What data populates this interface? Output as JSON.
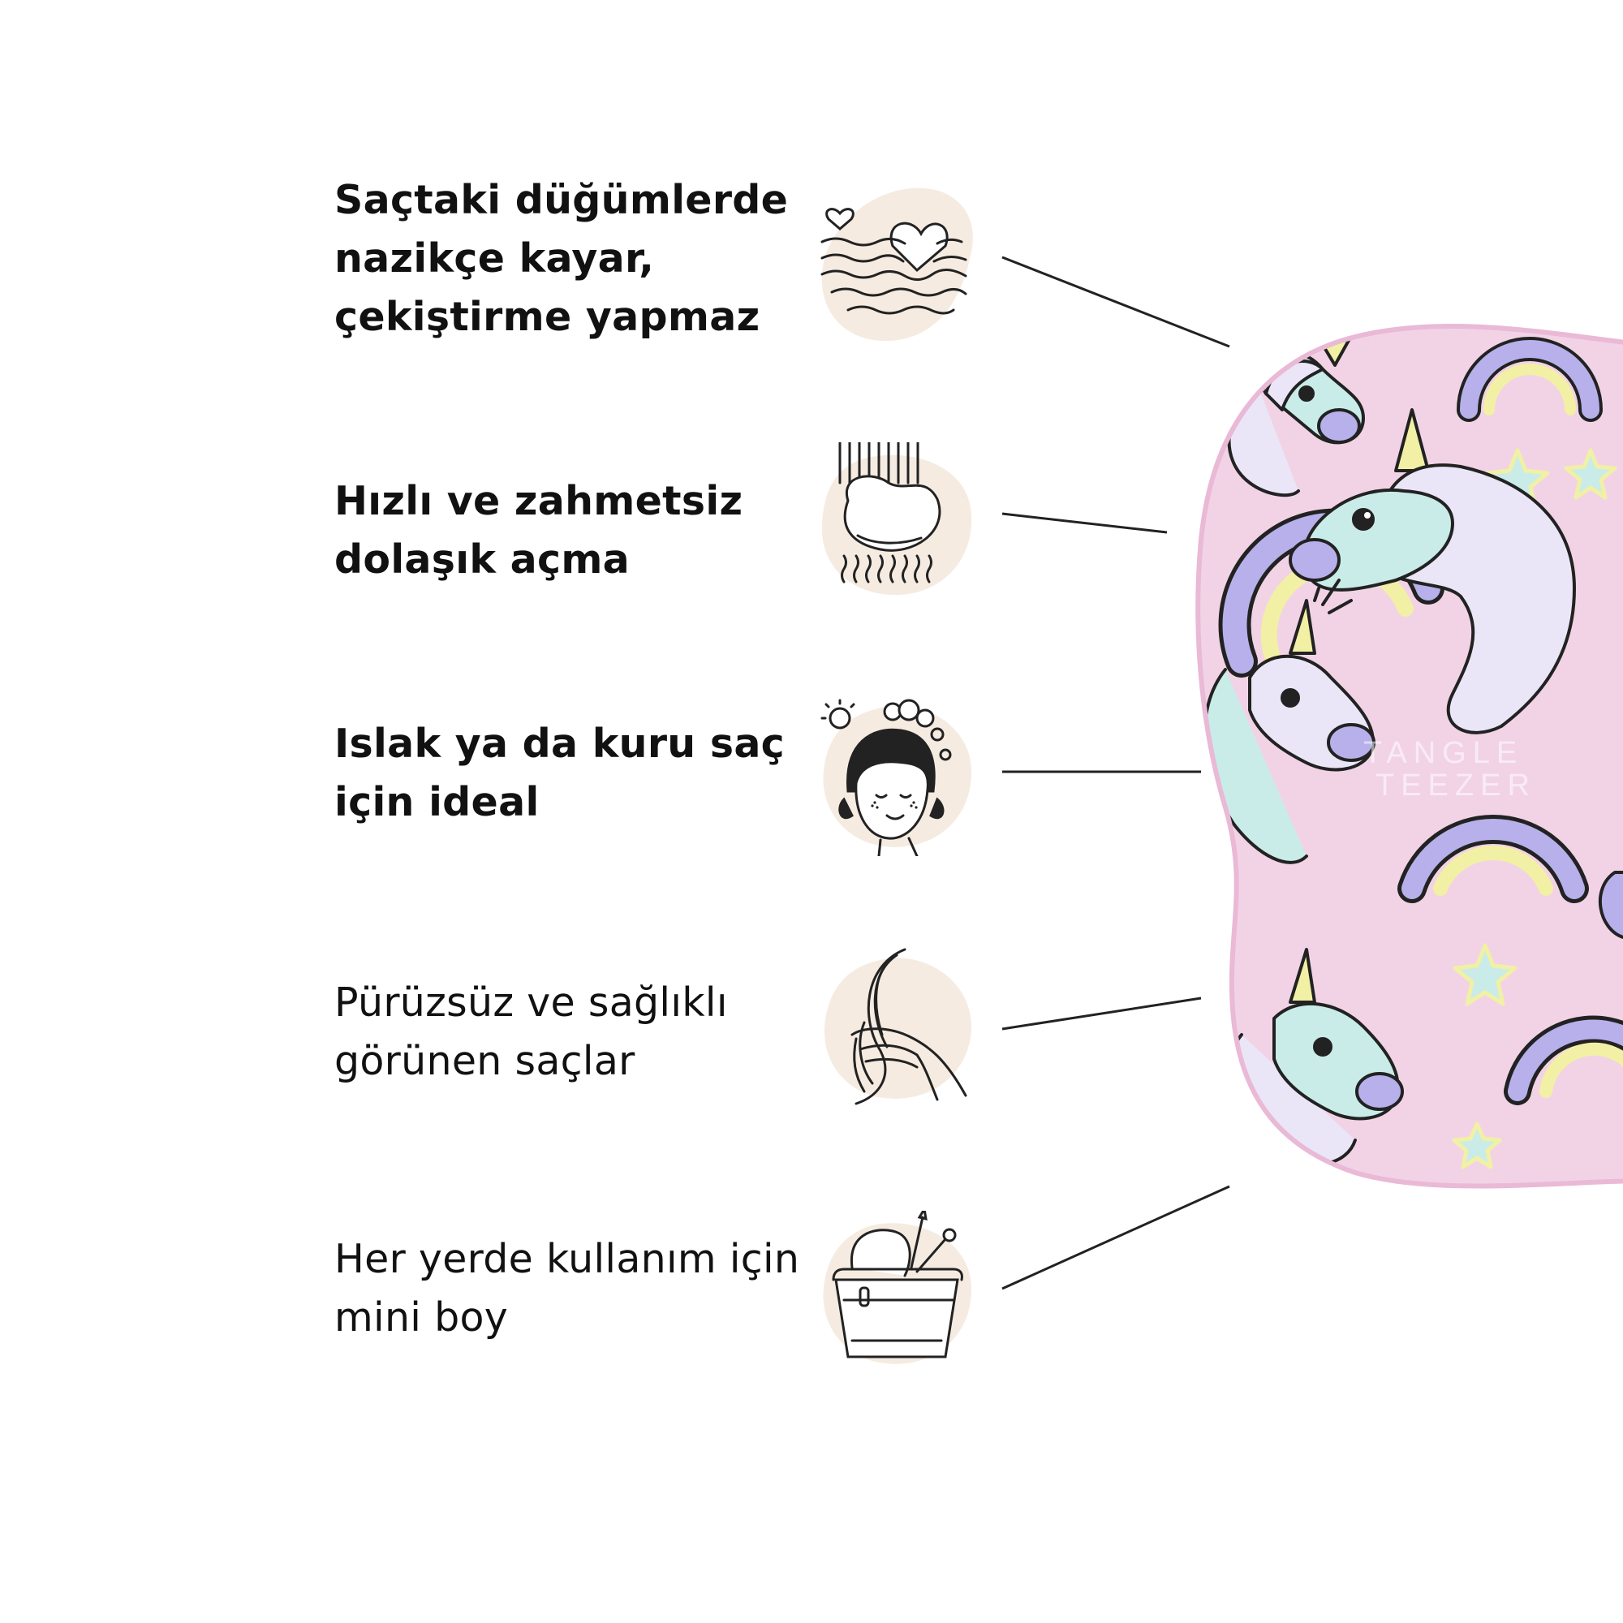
{
  "features": [
    {
      "lines": [
        "Saçtaki düğümlerde",
        "nazikçe kayar,",
        "çekiştirme yapmaz"
      ],
      "icon": "heart-waves-icon"
    },
    {
      "lines": [
        "Hızlı ve zahmetsiz",
        "dolaşık açma"
      ],
      "icon": "detangle-brush-icon"
    },
    {
      "lines": [
        "Islak ya da kuru saç",
        "için ideal"
      ],
      "icon": "shampoo-girl-icon"
    },
    {
      "lines": [
        "Pürüzsüz ve sağlıklı",
        "görünen saçlar"
      ],
      "icon": "smooth-hair-hand-icon"
    },
    {
      "lines": [
        "Her yerde kullanım için",
        "mini boy"
      ],
      "icon": "travel-bag-icon"
    }
  ],
  "product": {
    "brand_watermark": [
      "TANGLE",
      "TEEZER"
    ],
    "colors": {
      "body": "#f2d3e6",
      "body_shadow": "#e9b9d6",
      "mint": "#c9ece8",
      "lavender": "#b7b0ea",
      "yellow": "#f1f0a4",
      "outline": "#222222"
    }
  },
  "colors": {
    "text": "#111111",
    "icon_blob": "#f5ebe1",
    "line": "#222222",
    "background": "#ffffff"
  }
}
